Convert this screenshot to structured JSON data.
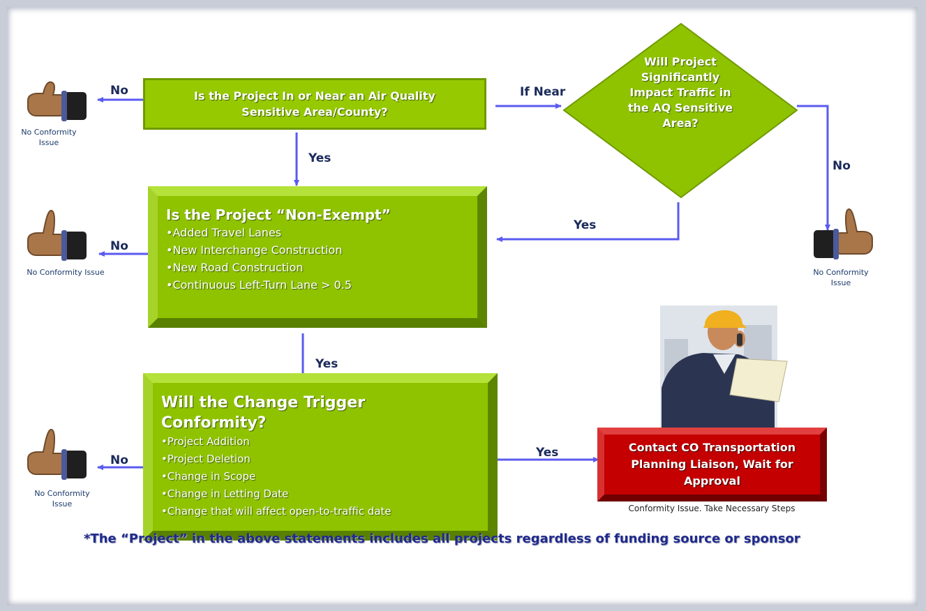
{
  "box1": {
    "text": "Is the Project In or Near an Air Quality Sensitive Area/County?"
  },
  "diamond": {
    "text": "Will Project Significantly Impact Traffic in the AQ Sensitive Area?"
  },
  "box2": {
    "title": "Is the Project “Non-Exempt”",
    "items": [
      "Added Travel Lanes",
      "New Interchange Construction",
      "New Road Construction",
      "Continuous Left-Turn Lane > 0.5"
    ]
  },
  "box3": {
    "title": "Will the Change Trigger Conformity?",
    "items": [
      "Project Addition",
      "Project Deletion",
      "Change in Scope",
      "Change in Letting Date",
      "Change that will affect open-to-traffic date"
    ]
  },
  "redbox": {
    "text": "Contact CO Transportation Planning Liaison, Wait for Approval",
    "caption": "Conformity Issue.  Take Necessary Steps"
  },
  "labels": {
    "no_1": "No",
    "no_2": "No",
    "no_3": "No",
    "no_4": "No",
    "if_near": "If Near",
    "yes_1": "Yes",
    "yes_2": "Yes",
    "yes_3": "Yes",
    "yes_4": "Yes"
  },
  "thumbs": {
    "caption_1": "No Conformity Issue",
    "caption_2": "No Conformity Issue",
    "caption_3": "No Conformity Issue",
    "caption_4": "No Conformity Issue"
  },
  "footnote": "*The “Project” in the above statements includes all projects regardless of funding source or sponsor",
  "colors": {
    "box_green": "#8fc300",
    "decision_red": "#c40000",
    "arrow": "#5a5af0",
    "label_navy": "#1a2a5a"
  },
  "icons": [
    "thumbs-up-icon",
    "worker-on-phone-illustration"
  ]
}
